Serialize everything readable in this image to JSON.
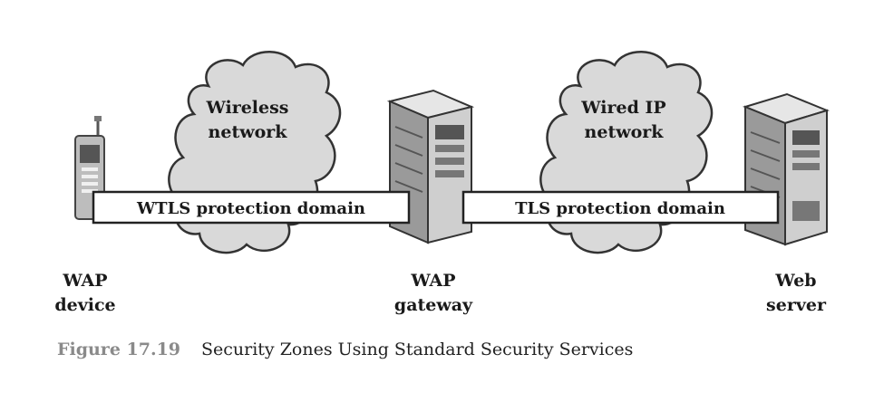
{
  "figure": {
    "zones": [
      {
        "cloud_line1": "Wireless",
        "cloud_line2": "network"
      },
      {
        "cloud_line1": "Wired IP",
        "cloud_line2": "network"
      }
    ],
    "domains": [
      {
        "label": "WTLS protection domain"
      },
      {
        "label": "TLS protection domain"
      }
    ],
    "nodes": [
      {
        "line1": "WAP",
        "line2": "device",
        "icon": "mobile-phone-icon"
      },
      {
        "line1": "WAP",
        "line2": "gateway",
        "icon": "server-tower-icon"
      },
      {
        "line1": "Web",
        "line2": "server",
        "icon": "server-tower-icon"
      }
    ]
  },
  "caption": {
    "number": "Figure 17.19",
    "title": "Security Zones Using Standard Security Services"
  },
  "colors": {
    "cloud_fill": "#d9d9d9",
    "cloud_stroke": "#333333",
    "server_body": "#cfcfcf",
    "server_dark": "#555555",
    "caption_number": "#8a8a8a"
  }
}
